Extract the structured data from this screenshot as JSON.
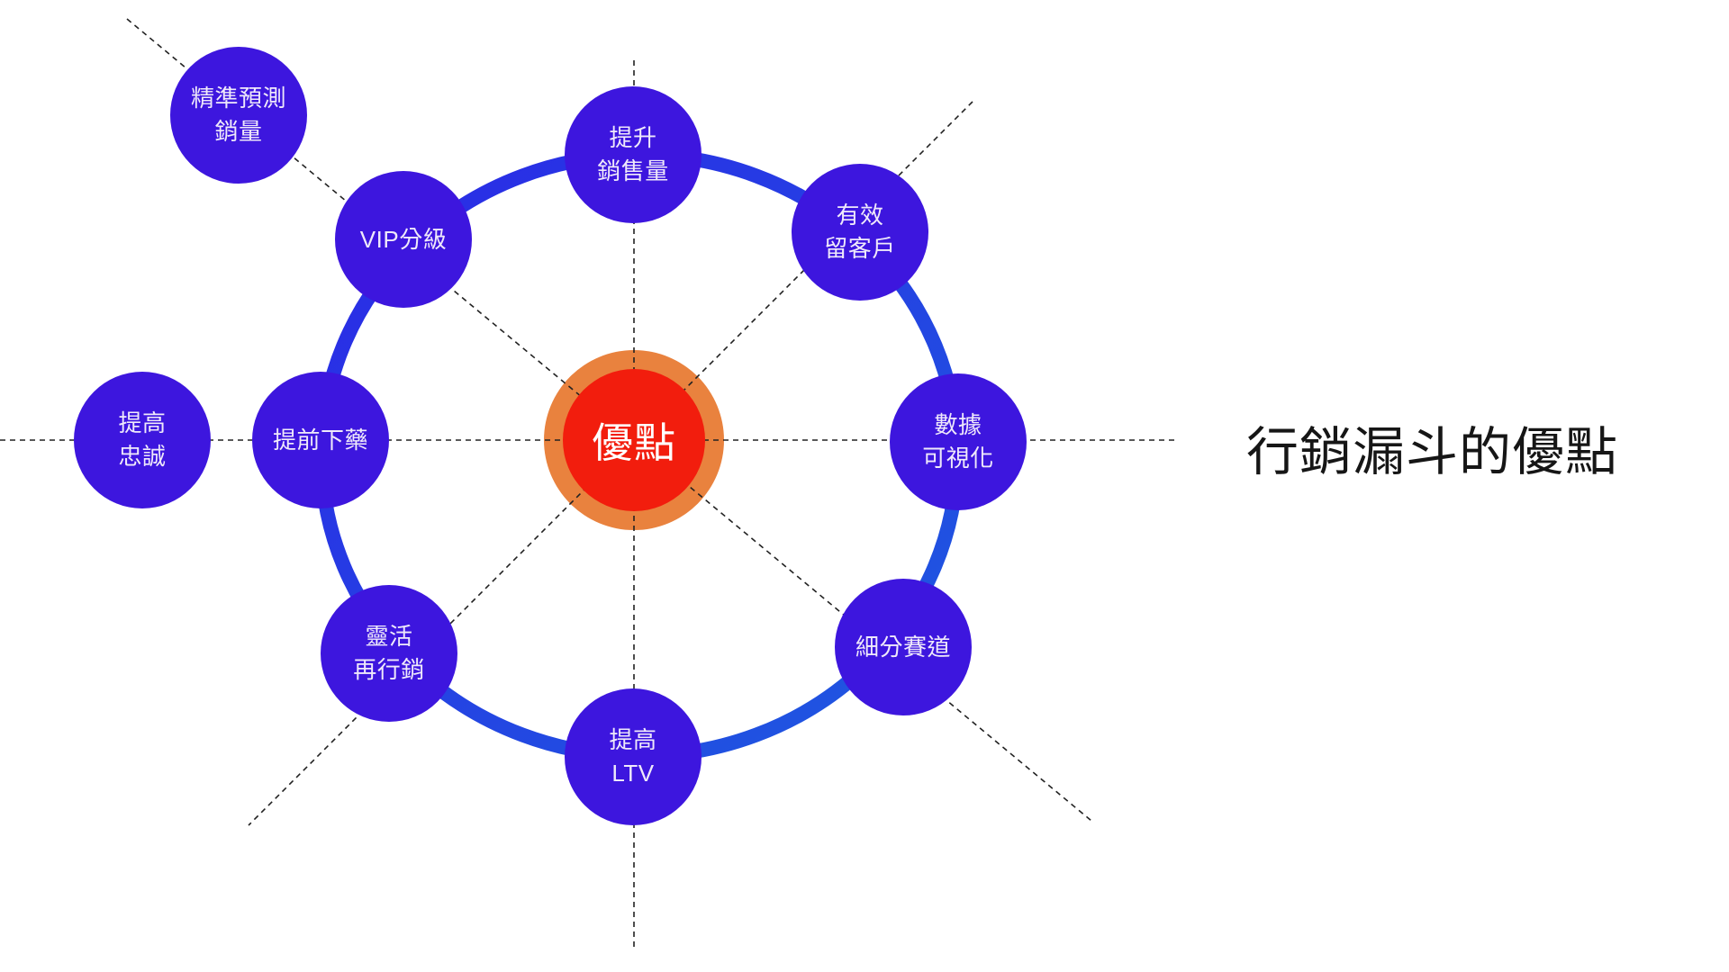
{
  "title": {
    "text": "行銷漏斗的優點"
  },
  "center": {
    "label": "優點"
  },
  "nodes": [
    {
      "id": "boost-sales",
      "line1": "提升",
      "line2": "銷售量"
    },
    {
      "id": "retain-customers",
      "line1": "有效",
      "line2": "留客戶"
    },
    {
      "id": "data-visualization",
      "line1": "數據",
      "line2": "可視化"
    },
    {
      "id": "segment-tracks",
      "line1": "細分賽道",
      "line2": ""
    },
    {
      "id": "increase-ltv",
      "line1": "提高",
      "line2": "LTV"
    },
    {
      "id": "flexible-remarketing",
      "line1": "靈活",
      "line2": "再行銷"
    },
    {
      "id": "early-action",
      "line1": "提前下藥",
      "line2": ""
    },
    {
      "id": "vip-tiering",
      "line1": "VIP分級",
      "line2": ""
    },
    {
      "id": "accurate-forecast",
      "line1": "精準預測",
      "line2": "銷量"
    },
    {
      "id": "increase-loyalty",
      "line1": "提高",
      "line2": "忠誠"
    }
  ],
  "colors": {
    "node": "#3d16de",
    "node_text": "#efe9fb",
    "ring_a": "#2b28e6",
    "ring_b": "#1e5ae0",
    "center_red": "#f21d0d",
    "center_orange": "#e9823e",
    "line": "#222222",
    "title": "#161616"
  }
}
